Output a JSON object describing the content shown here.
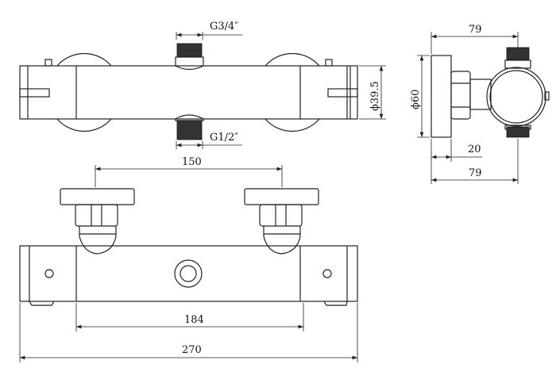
{
  "drawing": {
    "top_view": {
      "inlet_thread": "G3/4″",
      "outlet_thread": "G1/2″",
      "body_diameter": "ϕ39.5"
    },
    "side_view": {
      "depth_top": "79",
      "flange_diameter": "ϕ60",
      "flange_thickness": "20",
      "depth_bottom": "79"
    },
    "front_view": {
      "center_distance": "150",
      "body_inner_length": "184",
      "overall_length": "270"
    }
  }
}
